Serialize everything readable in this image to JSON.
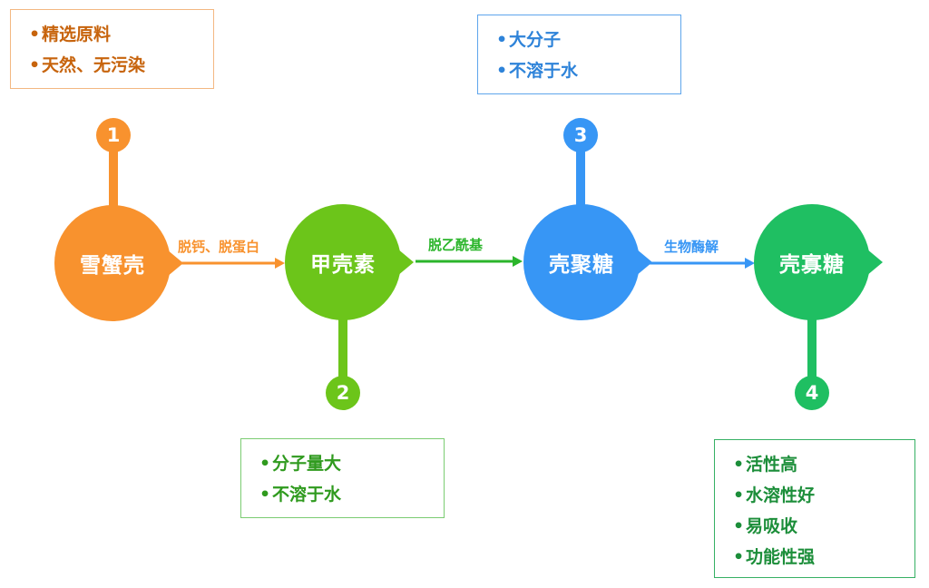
{
  "colors": {
    "orange": "#F8922E",
    "green": "#6CC51A",
    "blue": "#3796F5",
    "teal": "#1FBF62",
    "orange_text": "#C7640D",
    "green_text": "#2F9A1E",
    "blue_text": "#2E83D9",
    "teal_text": "#1C8E3A"
  },
  "nodes": [
    {
      "label": "雪蟹壳",
      "number": "1",
      "color": "#F8922E"
    },
    {
      "label": "甲壳素",
      "number": "2",
      "color": "#6CC51A"
    },
    {
      "label": "壳聚糖",
      "number": "3",
      "color": "#3796F5"
    },
    {
      "label": "壳寡糖",
      "number": "4",
      "color": "#1FBF62"
    }
  ],
  "edges": [
    {
      "label": "脱钙、脱蛋白",
      "color": "#F8922E"
    },
    {
      "label": "脱乙酰基",
      "color": "#2BB52B"
    },
    {
      "label": "生物酶解",
      "color": "#3796F5"
    }
  ],
  "notes": [
    {
      "items": [
        "精选原料",
        "天然、无污染"
      ],
      "border": "#F3B882",
      "text": "#C7640D"
    },
    {
      "items": [
        "分子量大",
        "不溶于水"
      ],
      "border": "#7BCC72",
      "text": "#2F9A1E"
    },
    {
      "items": [
        "大分子",
        "不溶于水"
      ],
      "border": "#5EA5EC",
      "text": "#2E83D9"
    },
    {
      "items": [
        "活性高",
        "水溶性好",
        "易吸收",
        "功能性强"
      ],
      "border": "#36B064",
      "text": "#1C8E3A"
    }
  ]
}
